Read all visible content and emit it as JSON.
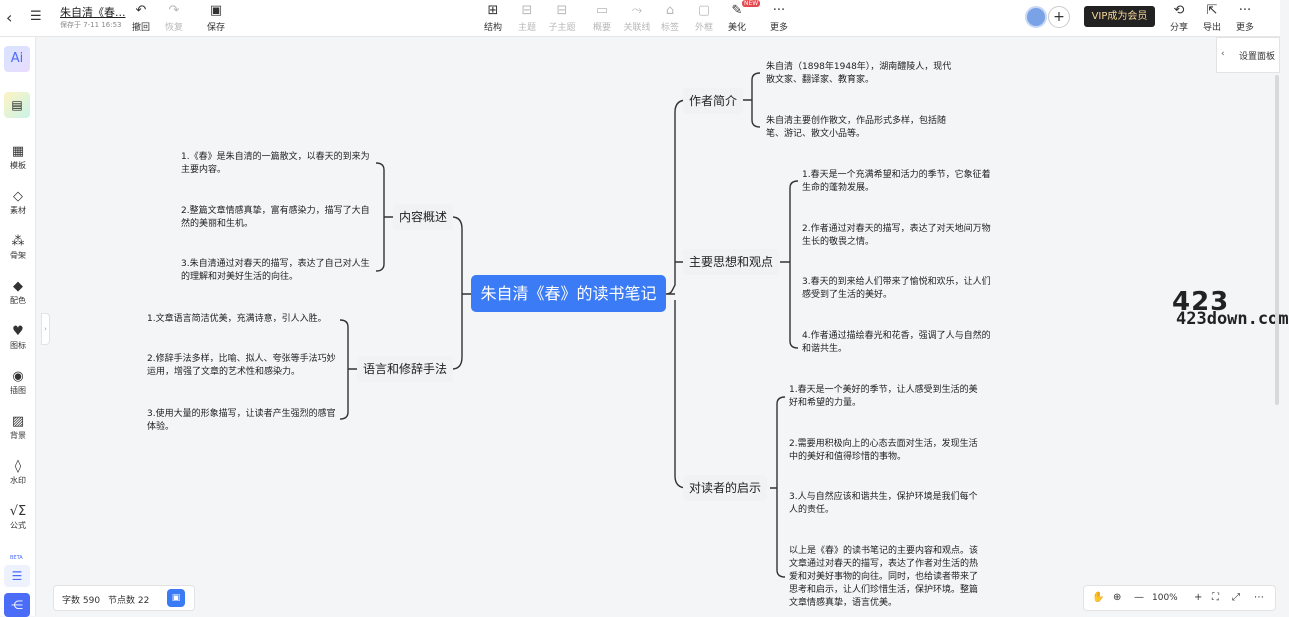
{
  "header": {
    "title": "朱自清《春...",
    "saved": "保存于 7-11 16:53",
    "undo": "撤回",
    "redo": "恢复",
    "save": "保存",
    "tools": [
      "结构",
      "主题",
      "子主题",
      "概要",
      "关联线",
      "标签",
      "外框",
      "美化",
      "更多"
    ],
    "new_badge": "NEW",
    "vip": "VIP成为会员",
    "share": "分享",
    "export": "导出",
    "more": "更多"
  },
  "sidebar": {
    "ai": "Ai",
    "items": [
      "模板",
      "素材",
      "骨架",
      "配色",
      "图标",
      "插图",
      "背景",
      "水印",
      "公式"
    ],
    "beta": "BETA"
  },
  "settings_panel": "设置面板",
  "mindmap": {
    "root": "朱自清《春》的读书笔记",
    "branches": {
      "author": {
        "label": "作者简介",
        "leaves": [
          "朱自清（1898年1948年），湖南醴陵人，现代散文家、翻译家、教育家。",
          "朱自清主要创作散文，作品形式多样，包括随笔、游记、散文小品等。"
        ]
      },
      "ideas": {
        "label": "主要思想和观点",
        "leaves": [
          "1.春天是一个充满希望和活力的季节，它象征着生命的蓬勃发展。",
          "2.作者通过对春天的描写，表达了对天地间万物生长的敬畏之情。",
          "3.春天的到来给人们带来了愉悦和欢乐，让人们感受到了生活的美好。",
          "4.作者通过描绘春光和花香，强调了人与自然的和谐共生。"
        ]
      },
      "inspire": {
        "label": "对读者的启示",
        "leaves": [
          "1.春天是一个美好的季节，让人感受到生活的美好和希望的力量。",
          "2.需要用积极向上的心态去面对生活，发现生活中的美好和值得珍惜的事物。",
          "3.人与自然应该和谐共生，保护环境是我们每个人的责任。",
          "以上是《春》的读书笔记的主要内容和观点。该文章通过对春天的描写，表达了作者对生活的热爱和对美好事物的向往。同时，也给读者带来了思考和启示，让人们珍惜生活，保护环境。整篇文章情感真挚，语言优美。"
        ]
      },
      "content": {
        "label": "内容概述",
        "leaves": [
          "1.《春》是朱自清的一篇散文，以春天的到来为主要内容。",
          "2.整篇文章情感真挚，富有感染力，描写了大自然的美丽和生机。",
          "3.朱自清通过对春天的描写，表达了自己对人生的理解和对美好生活的向往。"
        ]
      },
      "rhetoric": {
        "label": "语言和修辞手法",
        "leaves": [
          "1.文章语言简洁优美，充满诗意，引人入胜。",
          "2.修辞手法多样，比喻、拟人、夸张等手法巧妙运用，增强了文章的艺术性和感染力。",
          "3.使用大量的形象描写，让读者产生强烈的感官体验。"
        ]
      }
    }
  },
  "watermark": {
    "line1": "423",
    "line2": "423down.com"
  },
  "status": {
    "word_count": "字数 590",
    "node_count": "节点数 22"
  },
  "zoom": {
    "level": "100%"
  }
}
